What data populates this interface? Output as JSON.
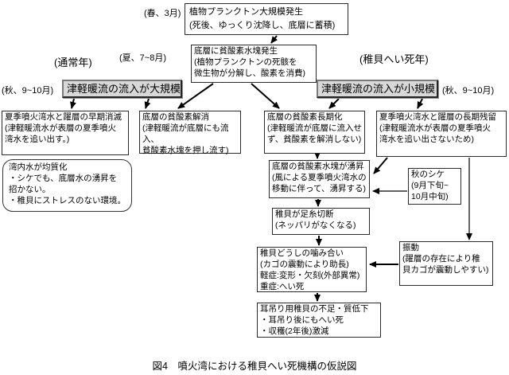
{
  "caption": "図4　噴火湾における稚貝へい死機構の仮説図",
  "labels": {
    "spring": "(春、3月)",
    "summer": "(夏、7~8月)",
    "normal_year": "(通常年)",
    "mortality_year": "(稚貝へい死年)",
    "autumn_left": "(秋、9~10月)",
    "autumn_right": "(秋、9~10月)"
  },
  "nodes": {
    "plankton_bloom": "植物プランクトン大規模発生\n(死後、ゆっくり沈降し、底層に蓄積)",
    "hypoxic_water_forms": "底層に貧酸素水塊発生\n(植物プランクトンの死骸を\n微生物が分解し、酸素を消費)",
    "tsugaru_large": "津軽暖流の流入が大規模",
    "tsugaru_small": "津軽暖流の流入が小規模",
    "early_disappearance": "夏季噴火湾水と躍層の早期消滅\n(津軽暖流水が表層の夏季噴火\n湾水を追い出す。)",
    "hypoxia_resolved": "底層の貧酸素解消\n(津軽暖流が底層にも流入、\n貧酸素水塊を押し流す)",
    "hypoxia_prolonged": "底層の貧酸素長期化\n(津軽暖流が底層に流入せ\nず、貧酸素を解消しない)",
    "long_residence": "夏季噴火湾水と躍層の長期残留\n(津軽暖流水が表層の夏季噴火\n湾水を追い出さないため)",
    "homogenized_water": "湾内水が均質化\n・シケでも、底層水の湧昇を\n招かない。\n・稚貝にストレスのない環境。",
    "hypoxic_upwelling": "底層の貧酸素水塊が湧昇\n(風による夏季噴火湾水の\n移動に伴って、湧昇する)",
    "autumn_storm": "秋のシケ\n(9月下旬~\n10月中旬)",
    "byssus_cut": "稚貝が足糸切断\n(ネッパリがなくなる)",
    "biting": "稚貝どうしの噛み合い\n(カゴの震動により助長)\n軽症:変形・欠刻(外部異常)\n重症:へい死",
    "vibration": "振動\n(躍層の存在により稚\n貝カゴが震動しやすい)",
    "seed_shortage": "耳吊り用稚貝の不足・質低下\n・耳吊り後にもへい死\n・収穫(2年後)激減"
  },
  "colors": {
    "background": "#ffffff",
    "line": "#000000",
    "highlight_fill": "#d8d8d8"
  }
}
